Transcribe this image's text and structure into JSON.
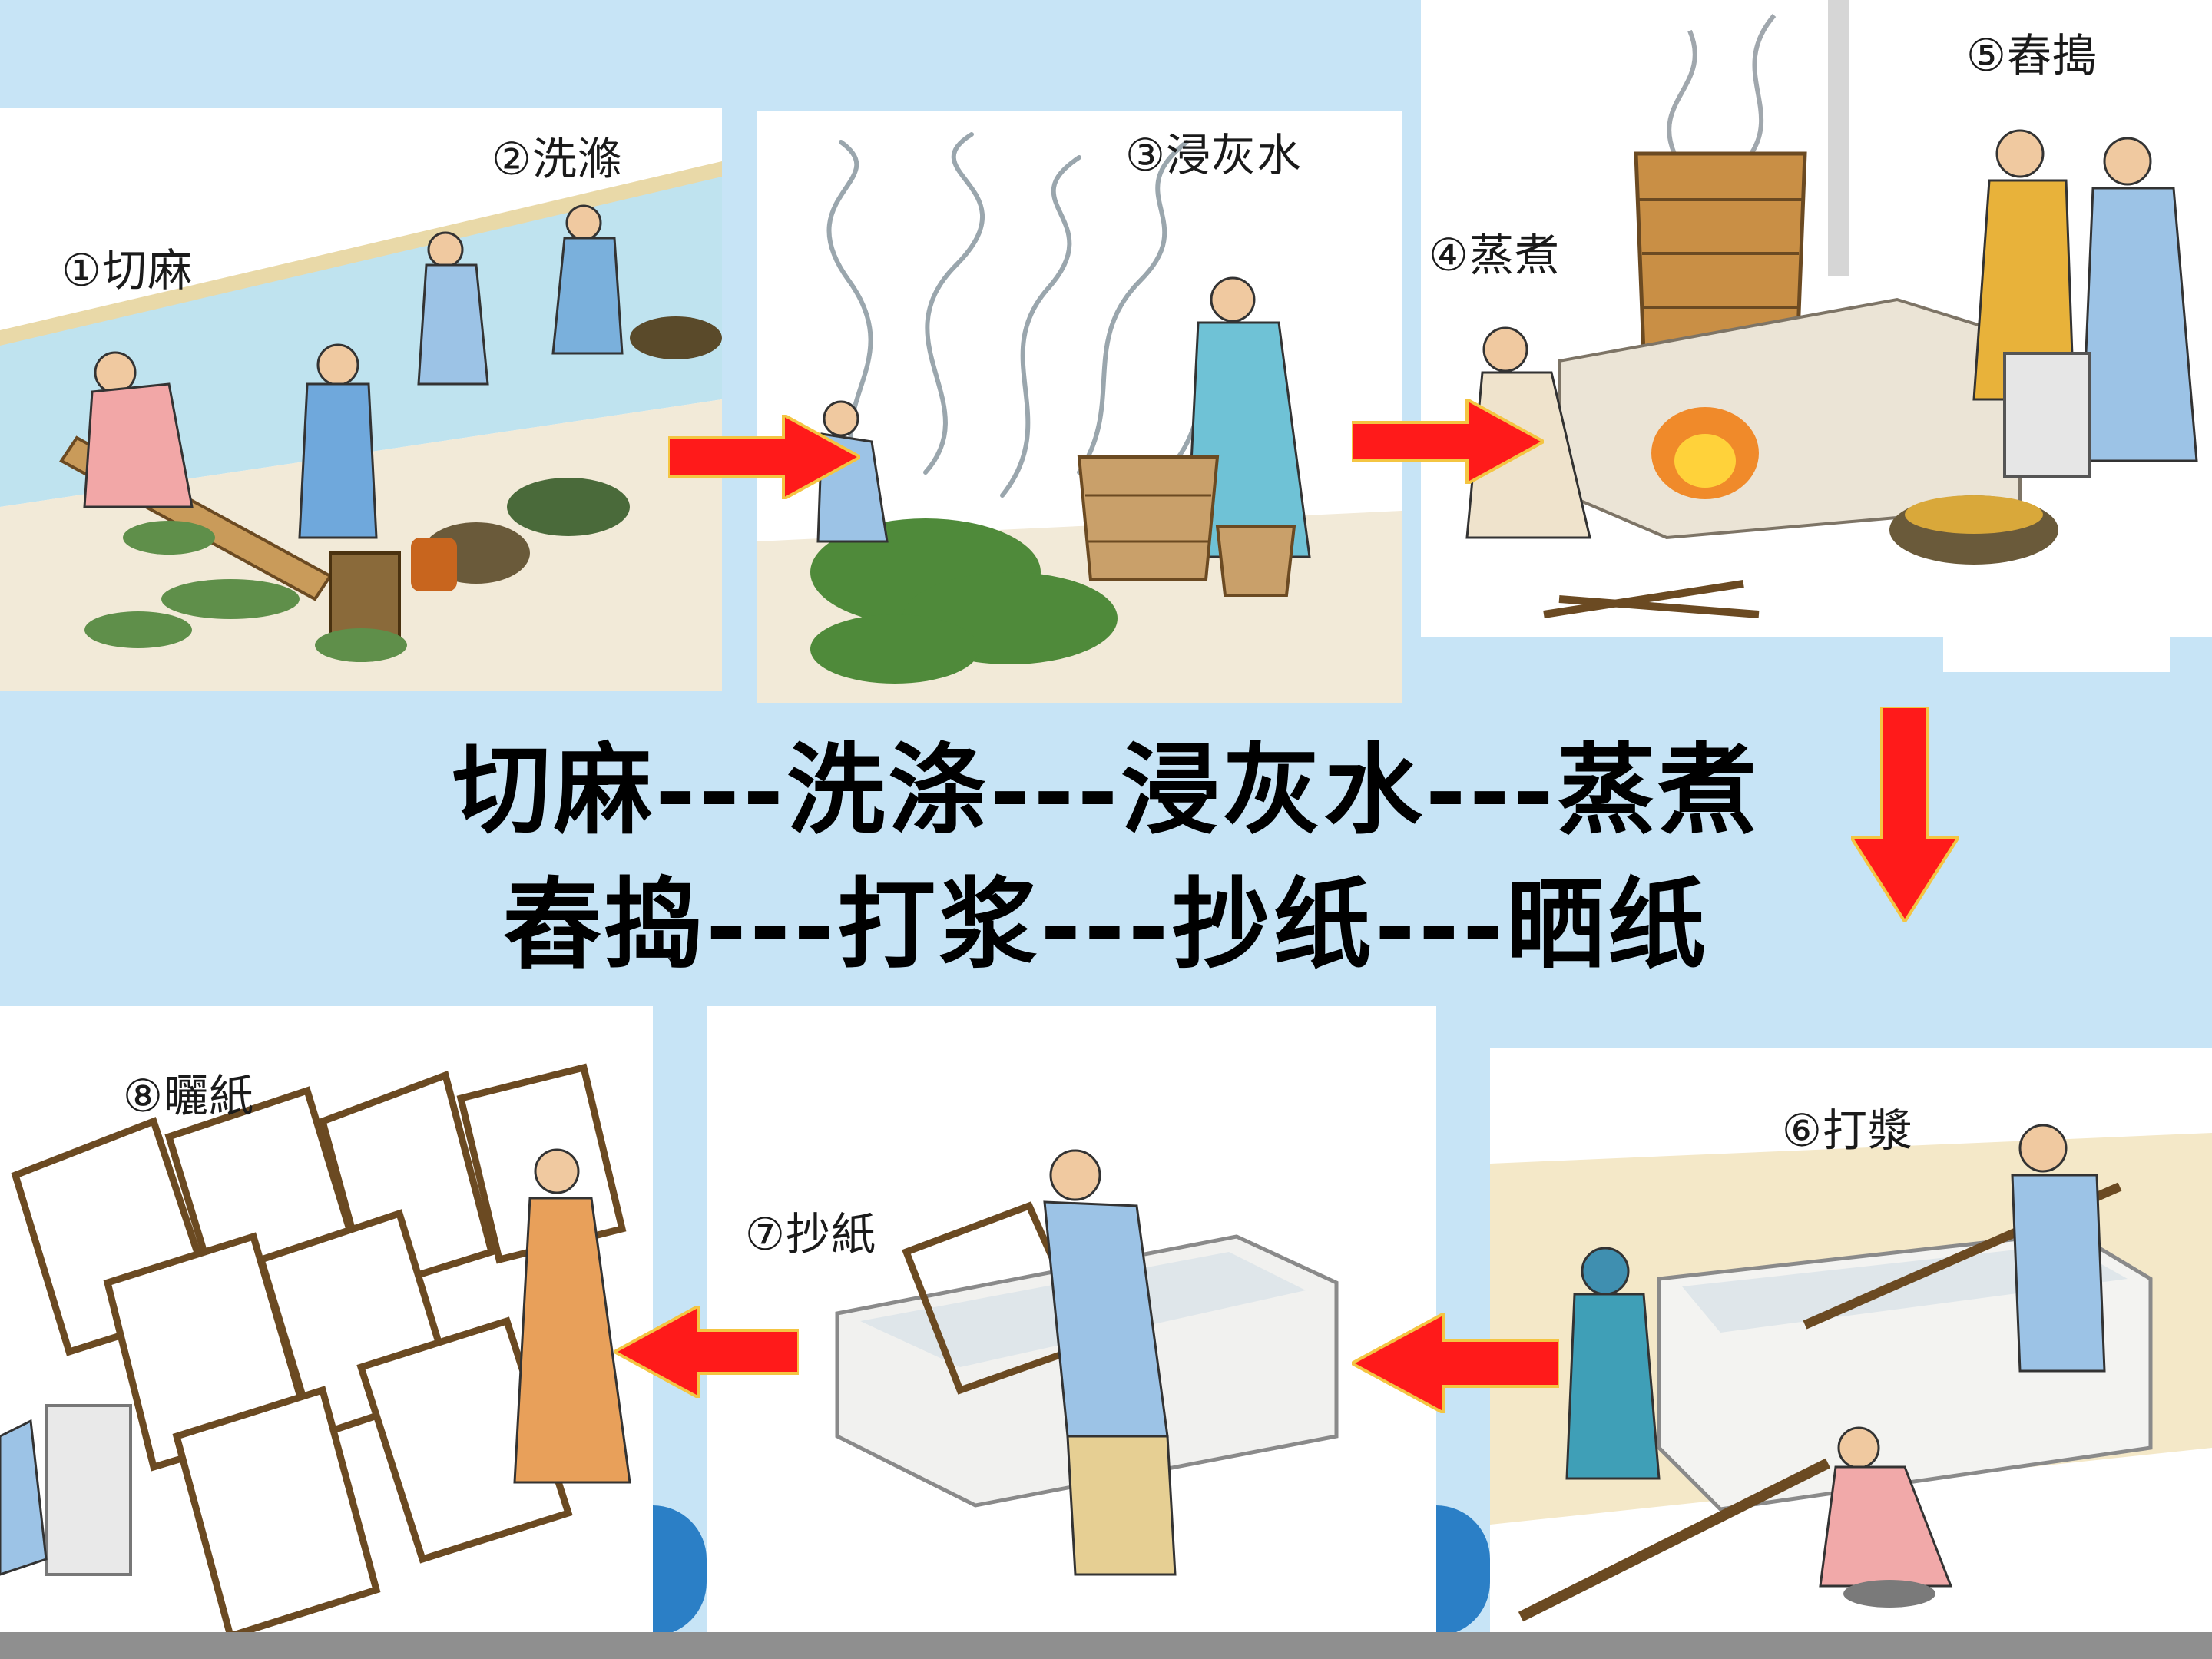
{
  "steps": [
    {
      "num": "①",
      "label": "切麻"
    },
    {
      "num": "②",
      "label": "洗滌"
    },
    {
      "num": "③",
      "label": "浸灰水"
    },
    {
      "num": "④",
      "label": "蒸煮"
    },
    {
      "num": "⑤",
      "label": "舂搗"
    },
    {
      "num": "⑥",
      "label": "打漿"
    },
    {
      "num": "⑦",
      "label": "抄紙"
    },
    {
      "num": "⑧",
      "label": "曬紙"
    }
  ],
  "summary": {
    "line1": "切麻---洗涤---浸灰水---蒸煮",
    "line2": "舂捣---打浆---抄纸---晒纸"
  },
  "colors": {
    "band": "#c7e4f6",
    "arrow_fill": "#ff1a1a",
    "arrow_edge": "#f4c542",
    "panel_bg": "#ffffff",
    "bottom_bar": "#8f8f8f"
  },
  "icons": {
    "arrow": "red-arrow-icon"
  }
}
